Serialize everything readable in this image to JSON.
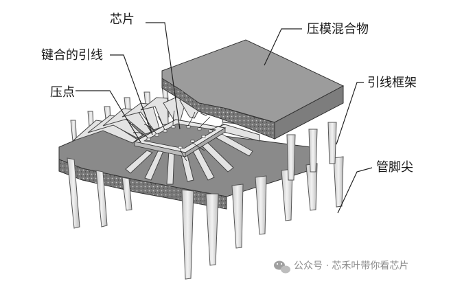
{
  "labels": {
    "chip": "芯片",
    "molding_compound": "压模混合物",
    "bond_wire": "键合的引线",
    "lead_frame": "引线框架",
    "bond_pad": "压点",
    "pin_tip": "管脚尖"
  },
  "watermark": {
    "text": "公众号 · 芯禾叶带你看芯片",
    "icon": "wechat-icon"
  },
  "colors": {
    "background": "#ffffff",
    "mold_top": "#9c9c9c",
    "mold_side": "#7d7d7d",
    "broken_edge": "#6a6a6a",
    "lead_metal": "#dcdcdc",
    "chip": "#8f8f8f",
    "line": "#222222"
  }
}
